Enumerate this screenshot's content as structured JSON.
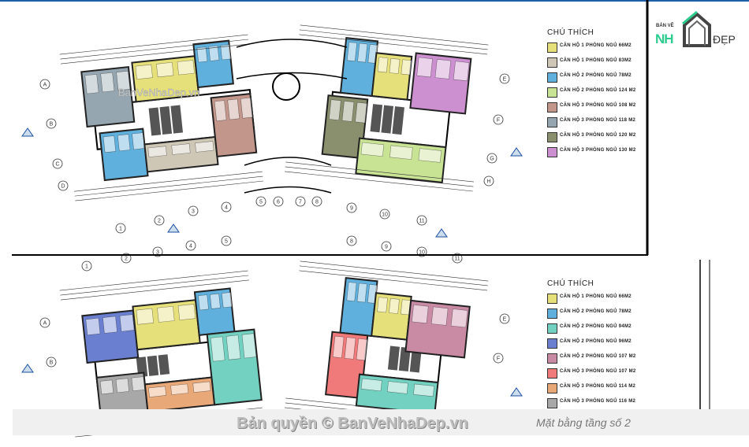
{
  "logo": {
    "top": "BẢN VẼ",
    "main": "NH",
    "suffix": "ĐẸP"
  },
  "watermark": "Bản quyền © BanVeNhaDep.vn",
  "plan_watermark": "BanVeNhaDep.vn",
  "caption": "Mặt bằng tầng số 2",
  "grid_rows": [
    "A",
    "B",
    "C",
    "D",
    "E",
    "F",
    "G",
    "H"
  ],
  "grid_cols": [
    "1",
    "2",
    "3",
    "4",
    "5",
    "6",
    "7",
    "8",
    "9",
    "10",
    "11"
  ],
  "legend_top": {
    "title": "CHÚ THÍCH",
    "items": [
      {
        "label": "CĂN HỘ 1 PHÒNG NGỦ 66M2",
        "color": "#e6e07a"
      },
      {
        "label": "CĂN HỘ 1 PHÒNG NGỦ 83M2",
        "color": "#cfc7b5"
      },
      {
        "label": "CĂN HỘ 2 PHÒNG NGỦ 78M2",
        "color": "#5fb0dc"
      },
      {
        "label": "CĂN HỘ 2 PHÒNG NGỦ 124 M2",
        "color": "#c9e394"
      },
      {
        "label": "CĂN HỘ 3 PHÒNG NGỦ 108 M2",
        "color": "#c2968a"
      },
      {
        "label": "CĂN HỘ 3 PHÒNG NGỦ 118 M2",
        "color": "#95a6b0"
      },
      {
        "label": "CĂN HỘ 3 PHÒNG NGỦ 120 M2",
        "color": "#8a8f6e"
      },
      {
        "label": "CĂN HỘ 3 PHÒNG NGỦ 130 M2",
        "color": "#cc8fcf"
      }
    ]
  },
  "legend_bottom": {
    "title": "CHÚ THÍCH",
    "items": [
      {
        "label": "CĂN HỘ 1 PHÒNG NGỦ 66M2",
        "color": "#e6e07a"
      },
      {
        "label": "CĂN HỘ 2 PHÒNG NGỦ 78M2",
        "color": "#5fb0dc"
      },
      {
        "label": "CĂN HỘ 2 PHÒNG NGỦ 94M2",
        "color": "#72d1c0"
      },
      {
        "label": "CĂN HỘ 2 PHÒNG NGỦ 96M2",
        "color": "#6a7fd0"
      },
      {
        "label": "CĂN HỘ 2 PHÒNG NGỦ 107 M2",
        "color": "#c98aa4"
      },
      {
        "label": "CĂN HỘ 3 PHÒNG NGỦ 107 M2",
        "color": "#f07a7a"
      },
      {
        "label": "CĂN HỘ 3 PHÒNG NGỦ 114 M2",
        "color": "#e9a878"
      },
      {
        "label": "CĂN HỘ 3 PHÒNG NGỦ 116 M2",
        "color": "#a8a8a8"
      }
    ]
  }
}
